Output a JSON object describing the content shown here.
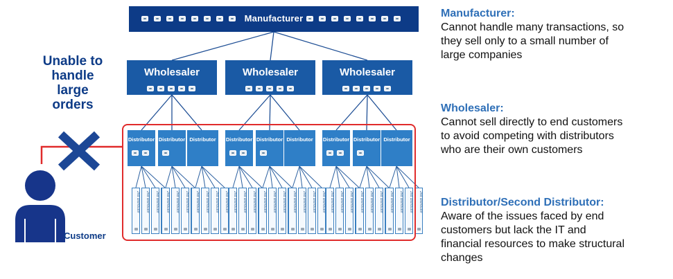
{
  "diagram": {
    "manufacturer_label": "Manufacturer",
    "wholesaler_label": "Wholesaler",
    "distributor_label": "Distributor",
    "second_distributor_label": "2nd distributor",
    "left_title_lines": [
      "Unable to",
      "handle",
      "large",
      "orders"
    ],
    "customer_label": "Customer"
  },
  "descriptions": {
    "manufacturer": {
      "title": "Manufacturer:",
      "lines": [
        "Cannot handle many transactions, so",
        "they sell only to a small number of",
        "large companies"
      ]
    },
    "wholesaler": {
      "title": "Wholesaler:",
      "lines": [
        "Cannot sell directly to end customers",
        "to avoid competing with distributors",
        "who are their own customers"
      ]
    },
    "distributor": {
      "title": "Distributor/Second Distributor:",
      "lines": [
        "Aware of the issues faced by end",
        "customers but lack the IT and",
        "financial resources to make structural",
        "changes"
      ]
    }
  },
  "colors": {
    "manufacturer": "#0d3b87",
    "wholesaler": "#1a5aa5",
    "distributor": "#2f7fc7",
    "frame": "#e02b2b",
    "cross": "#1c4796",
    "title_text": "#2e6fb7"
  }
}
